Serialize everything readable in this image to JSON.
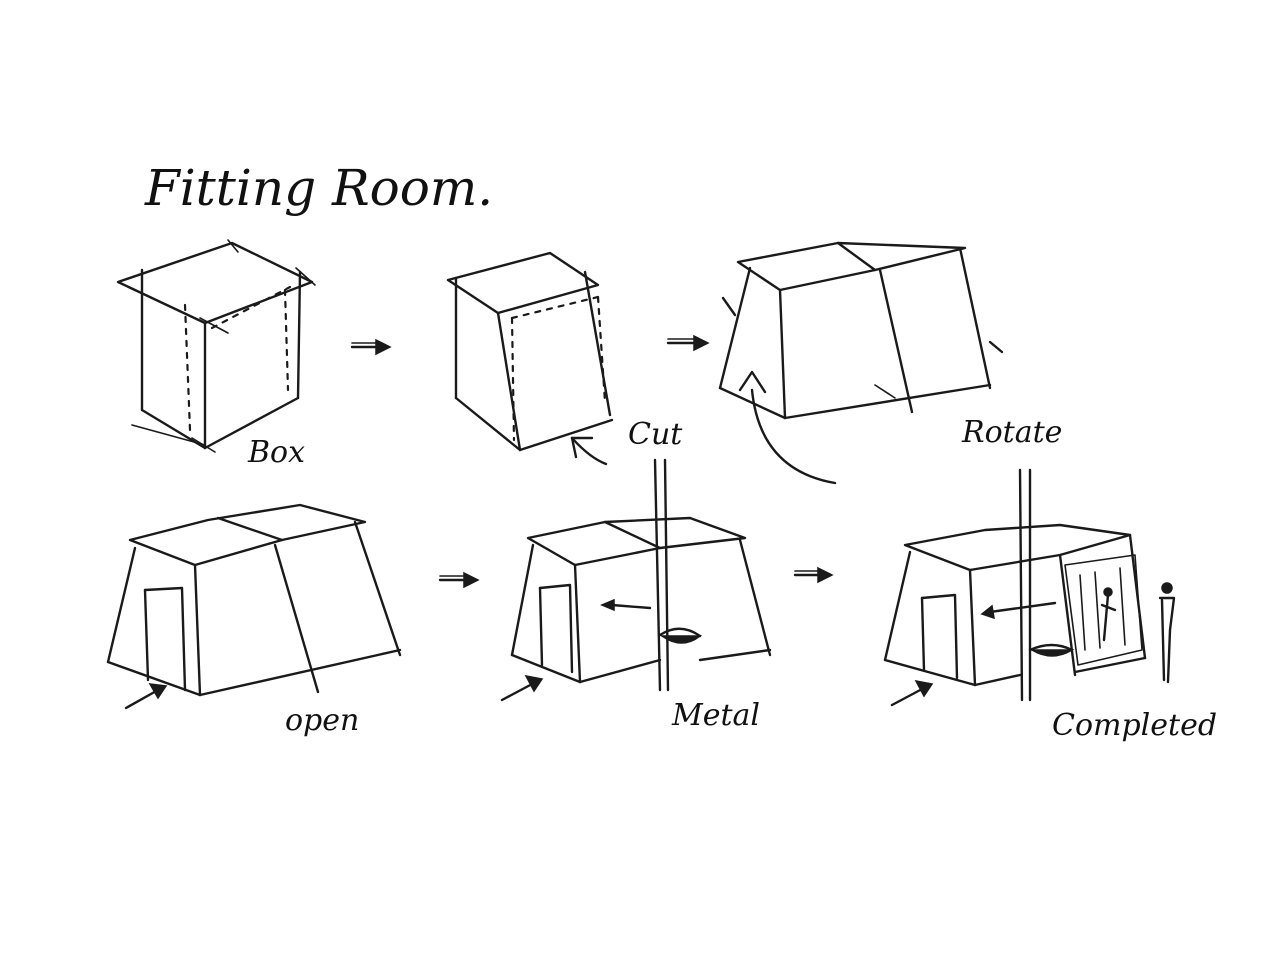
{
  "title": "Fitting Room.",
  "steps": [
    {
      "label": "Box"
    },
    {
      "label": "Cut"
    },
    {
      "label": "Rotate"
    },
    {
      "label": "open"
    },
    {
      "label": "Metal"
    },
    {
      "label": "Completed"
    }
  ],
  "colors": {
    "ink": "#1a1a1a",
    "paper": "#ffffff"
  }
}
